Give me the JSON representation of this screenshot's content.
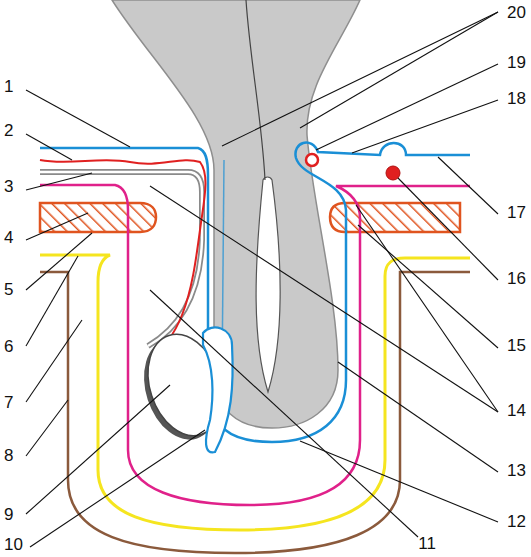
{
  "diagram": {
    "labels": [
      "1",
      "2",
      "3",
      "4",
      "5",
      "6",
      "7",
      "8",
      "9",
      "10",
      "11",
      "12",
      "13",
      "14",
      "15",
      "16",
      "17",
      "18",
      "19",
      "20"
    ]
  }
}
